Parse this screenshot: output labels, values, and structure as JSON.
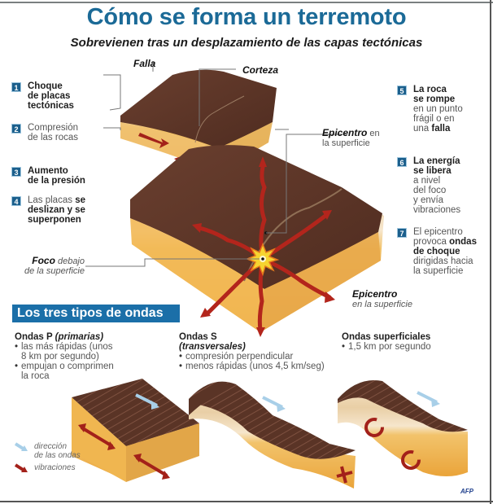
{
  "header": {
    "title": "Cómo se forma un terremoto",
    "subtitle": "Sobrevienen tras un desplazamiento de las capas tectónicas"
  },
  "diagram_labels": {
    "falla": "Falla",
    "corteza": "Corteza",
    "epicentro_top": {
      "bold": "Epicentro",
      "rest_line1": " en",
      "rest_line2": "la superficie"
    },
    "foco": {
      "bold": "Foco",
      "rest_line1": " debajo",
      "rest_line2": "de la superficie"
    },
    "epicentro_bottom": {
      "bold": "Epicentro",
      "rest": "en la superficie"
    }
  },
  "steps_left": [
    {
      "number": "1",
      "bold": "Choque\nde placas\ntectónicas",
      "normal": ""
    },
    {
      "number": "2",
      "bold": "",
      "normal": "Compresión\nde las rocas"
    },
    {
      "number": "3",
      "bold": "Aumento\nde la presión",
      "normal": ""
    },
    {
      "number": "4",
      "normal_pre": "Las placas ",
      "bold": "se\ndeslizan y se\nsuperponen"
    }
  ],
  "steps_right": [
    {
      "number": "5",
      "bold": "La roca\nse rompe",
      "normal": "en un punto\nfrágil o en\nuna ",
      "bold_end": "falla"
    },
    {
      "number": "6",
      "bold": "La energía\nse libera",
      "normal": "a nivel\ndel foco\ny envía\nvibraciones"
    },
    {
      "number": "7",
      "normal_pre": "El epicentro\nprovoca ",
      "bold": "ondas\nde choque",
      "normal": "dirigidas hacia\nla superficie"
    }
  ],
  "waves_section": {
    "header": "Los tres tipos de ondas",
    "types": [
      {
        "name": "Ondas P ",
        "qualifier": "(primarias)",
        "bullets": [
          "las más rápidas (unos\n8 km por segundo)",
          "empujan o comprimen\nla roca"
        ]
      },
      {
        "name": "Ondas S",
        "qualifier": "(transversales)",
        "bullets": [
          "compresión perpendicular",
          "menos rápidas (unos 4,5 km/seg)"
        ]
      },
      {
        "name": "Ondas superficiales",
        "qualifier": "",
        "bullets": [
          "1,5 km por segundo"
        ]
      }
    ]
  },
  "legend": {
    "items": [
      {
        "icon": "light-blue-arrow",
        "label": "dirección\nde las ondas"
      },
      {
        "icon": "red-arrow",
        "label": "vibraciones"
      }
    ]
  },
  "credit": "AFP",
  "colors": {
    "title_blue": "#1b6a97",
    "badge_blue": "#1b5f8c",
    "crust_brown": "#5a3426",
    "rock_beige": "#e8c99b",
    "rock_orange": "#f0b04a",
    "vibration_red": "#b0201a",
    "direction_blue": "#a8cfe8"
  }
}
